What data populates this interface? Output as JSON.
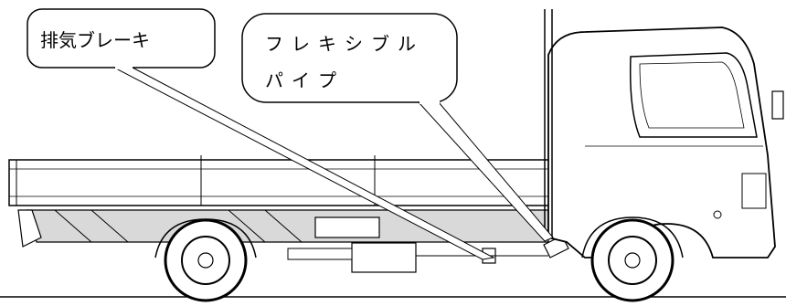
{
  "callouts": {
    "exhaust_brake": {
      "label": "排気ブレーキ"
    },
    "flexible_pipe": {
      "line1": "フレキシブル",
      "line2": "パイプ"
    }
  },
  "colors": {
    "line": "#000000",
    "shade": "#d9d9d9",
    "background": "#ffffff"
  }
}
